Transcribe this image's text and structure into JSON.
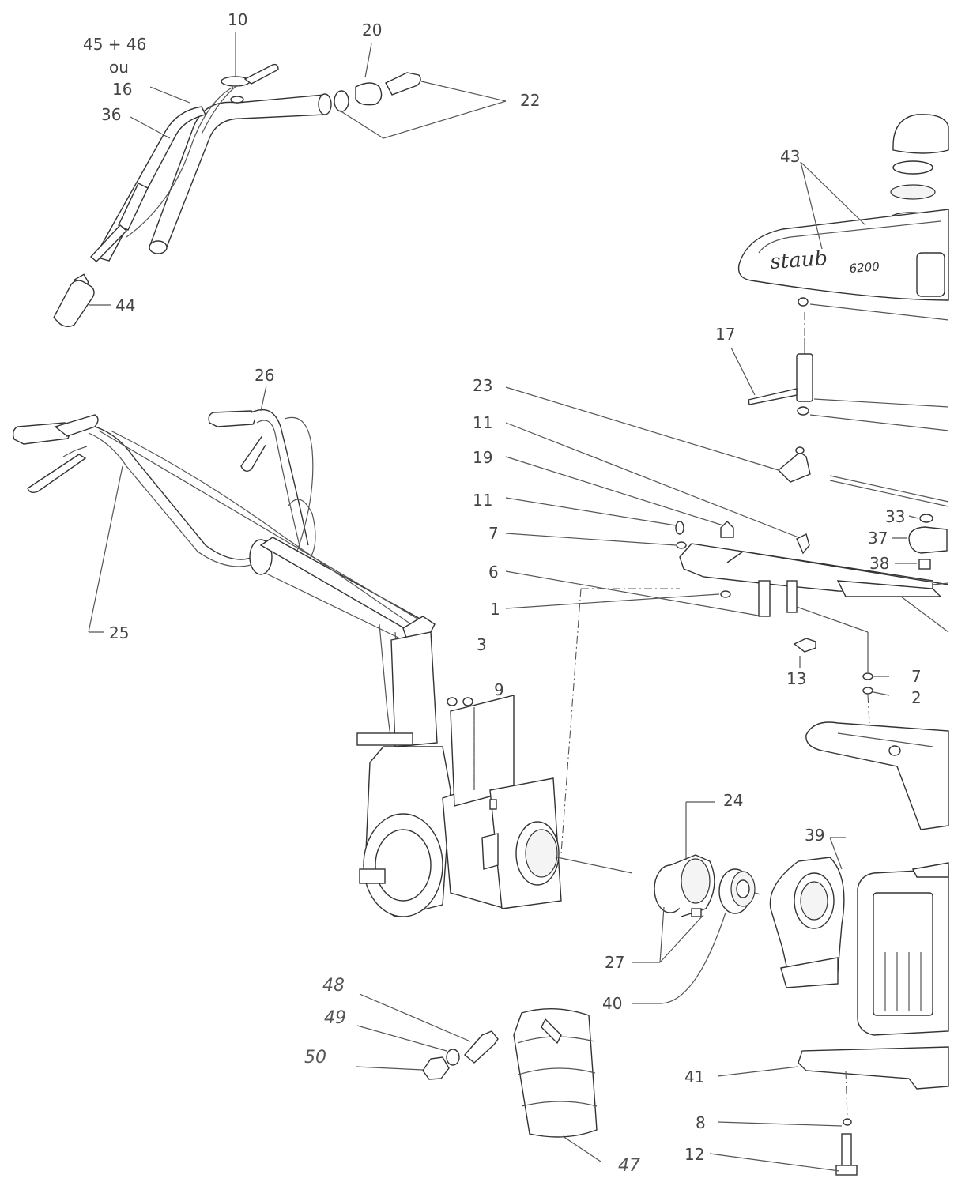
{
  "diagram": {
    "brand": "staub",
    "model": "6200",
    "labels": {
      "p45_46": "45 + 46",
      "ou": "ou",
      "p16": "16",
      "p36": "36",
      "p10": "10",
      "p20": "20",
      "p22": "22",
      "p44": "44",
      "p43": "43",
      "p17": "17",
      "p26": "26",
      "p23": "23",
      "p11a": "11",
      "p19": "19",
      "p11b": "11",
      "p7a": "7",
      "p6": "6",
      "p1": "1",
      "p33": "33",
      "p37": "37",
      "p38": "38",
      "p25": "25",
      "p3": "3",
      "p9": "9",
      "p13": "13",
      "p7b": "7",
      "p2": "2",
      "p24": "24",
      "p39": "39",
      "p27": "27",
      "p40": "40",
      "p48": "48",
      "p49": "49",
      "p50": "50",
      "p41": "41",
      "p8": "8",
      "p12": "12",
      "p47": "47"
    }
  }
}
